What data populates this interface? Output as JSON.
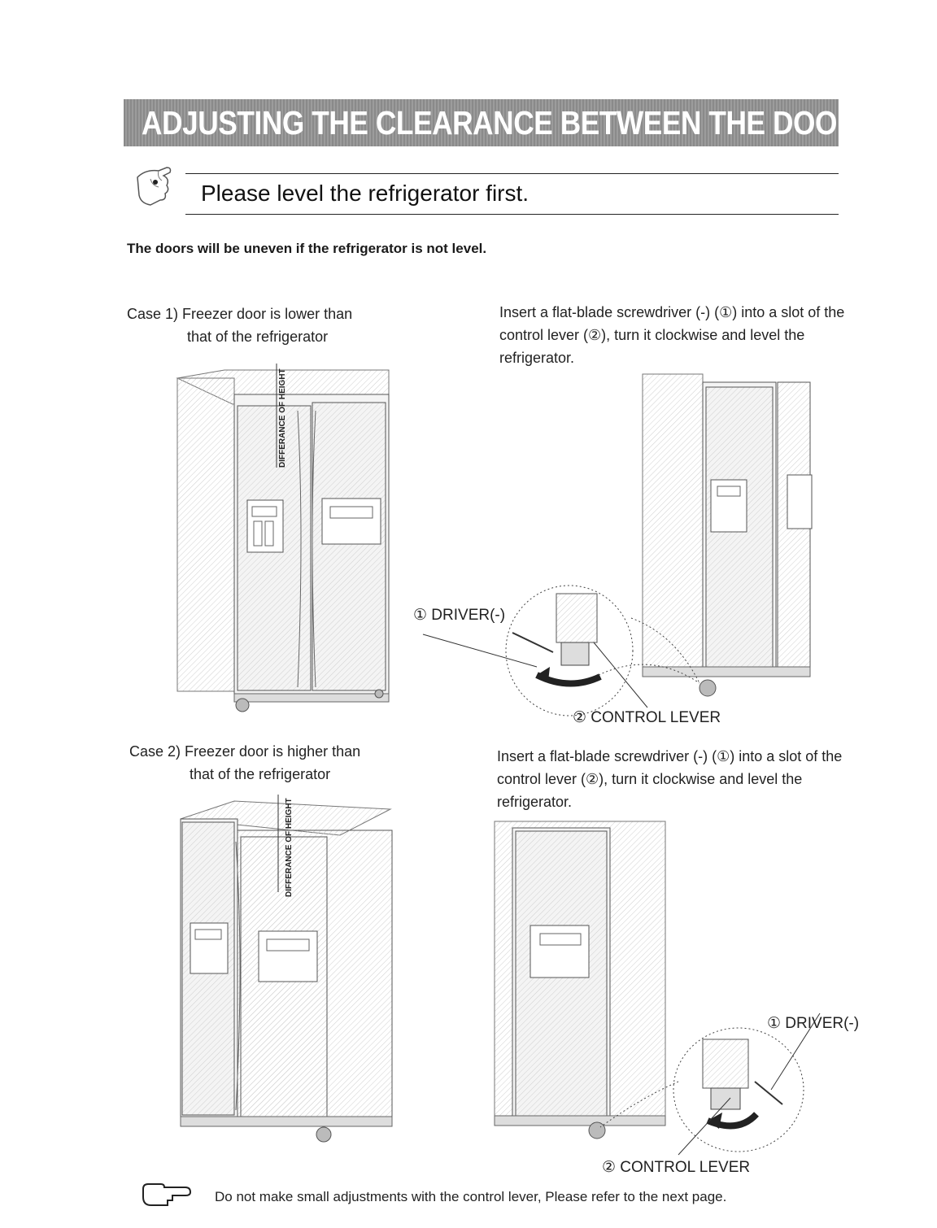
{
  "header": {
    "title": "ADJUSTING THE CLEARANCE BETWEEN THE DOORS",
    "subtitle": "Please level the refrigerator first.",
    "warning": "The doors will be uneven if the refrigerator is not level."
  },
  "case1": {
    "heading_line1": "Case 1) Freezer door is lower than",
    "heading_line2": "that of the refrigerator",
    "instruction": "Insert a flat-blade screwdriver (-)  (①) into a slot of the control lever (②), turn it clockwise and level the refrigerator.",
    "diagram_label": "DIFFERANCE OF HEIGHT",
    "driver_label": "① DRIVER(-)",
    "lever_label": "② CONTROL LEVER"
  },
  "case2": {
    "heading_line1": "Case 2) Freezer door is higher than",
    "heading_line2": "that of the refrigerator",
    "instruction": "Insert a flat-blade screwdriver (-) (①) into a slot of the control lever (②), turn it clockwise and level the refrigerator.",
    "diagram_label": "DIFFERANCE OF HEIGHT",
    "driver_label": "① DRIVER(-)",
    "lever_label": "② CONTROL LEVER"
  },
  "note": {
    "text": "Do not make small adjustments with the control lever,  Please refer to the next page."
  }
}
